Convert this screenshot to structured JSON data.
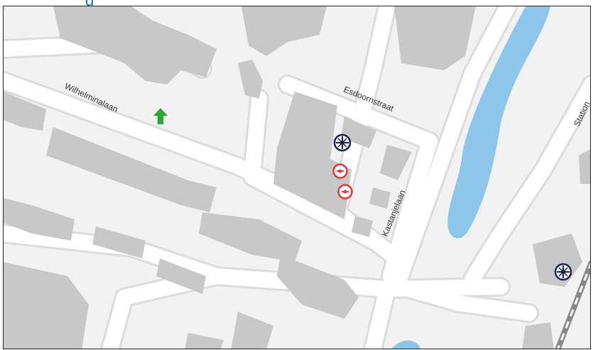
{
  "header": {
    "partial_title": "g"
  },
  "map": {
    "colors": {
      "background": "#f2f2f2",
      "building": "#c8c8c8",
      "road_fill": "#ffffff",
      "road_casing": "#d9d9d9",
      "water": "#8cc6e8",
      "rail": "#888888",
      "entrance_marker": "#29a638",
      "red_marker": "#e53935",
      "blue_marker": "#1b1f5a"
    },
    "streets": [
      {
        "id": "wilhelminalaan",
        "label": "Wilhelminalaan"
      },
      {
        "id": "esdoornstraat",
        "label": "Esdoornstraat"
      },
      {
        "id": "kastanjelaan",
        "label": "Kastanjelaan"
      },
      {
        "id": "station",
        "label": "Station"
      }
    ],
    "markers": [
      {
        "id": "green-arrow",
        "type": "entrance-arrow-icon"
      },
      {
        "id": "blue-wheel-1",
        "type": "wheel-icon"
      },
      {
        "id": "red-1",
        "type": "red-circle-icon"
      },
      {
        "id": "red-2",
        "type": "red-circle-icon"
      },
      {
        "id": "blue-wheel-2",
        "type": "wheel-icon"
      }
    ]
  }
}
